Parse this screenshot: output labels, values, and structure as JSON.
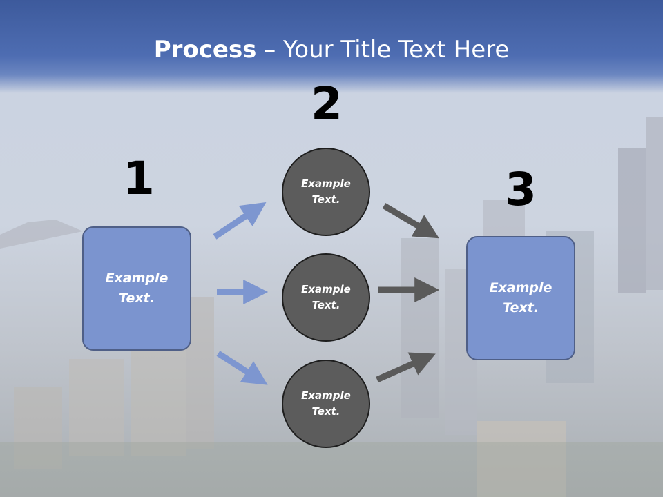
{
  "title": {
    "bold": "Process",
    "rest": " – Your Title Text Here"
  },
  "steps": {
    "one": "1",
    "two": "2",
    "three": "3"
  },
  "left_box": {
    "line1": "Example",
    "line2": "Text."
  },
  "right_box": {
    "line1": "Example",
    "line2": "Text."
  },
  "circles": [
    {
      "line1": "Example",
      "line2": "Text."
    },
    {
      "line1": "Example",
      "line2": "Text."
    },
    {
      "line1": "Example",
      "line2": "Text."
    }
  ],
  "colors": {
    "header": "#3d5a9c",
    "box_fill": "#7b94cf",
    "circle_fill": "#5c5c5c",
    "blue_arrow": "#7d96d0",
    "gray_arrow": "#5a5a5a"
  }
}
